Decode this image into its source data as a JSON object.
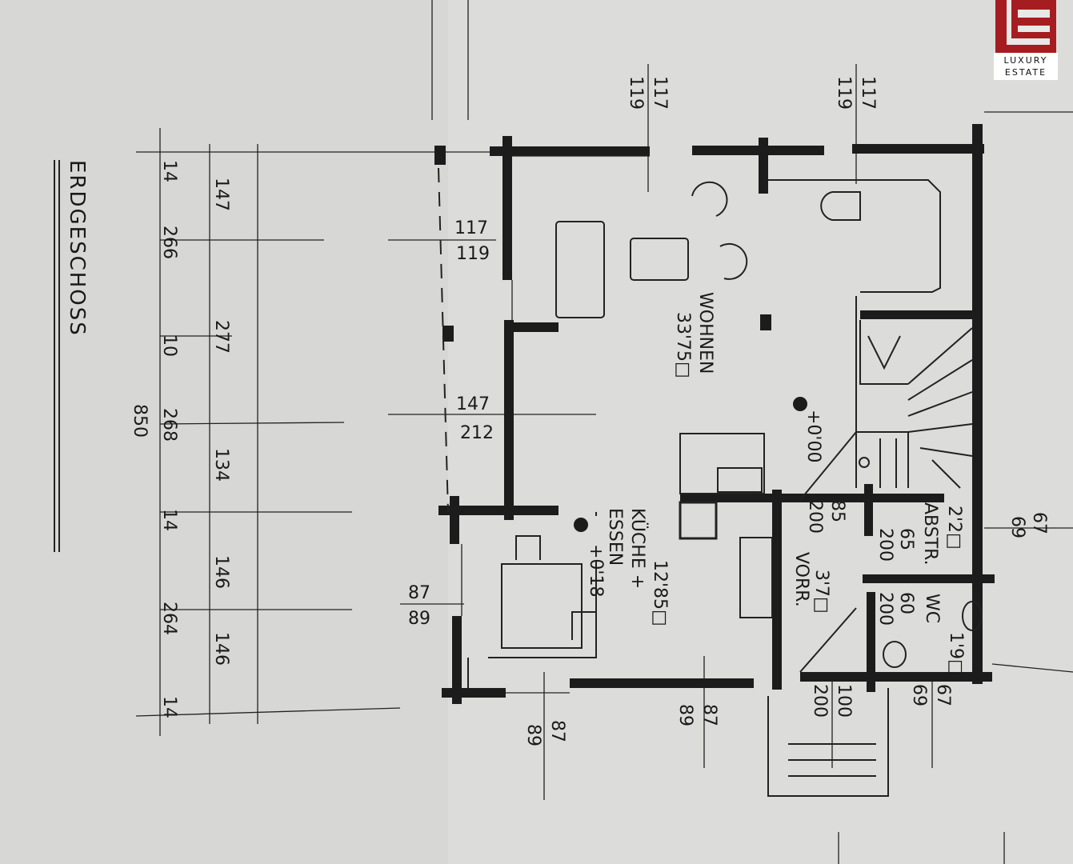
{
  "title": "ERDGESCHOSS",
  "logo": {
    "line1": "LUXURY",
    "line2": "ESTATE",
    "color": "#a51d21"
  },
  "rooms": {
    "wohnen": {
      "name": "WOHNEN",
      "area": "33'75□"
    },
    "kueche": {
      "name1": "KÜCHE +",
      "name2": "ESSEN",
      "area": "12'85□"
    },
    "vorr": {
      "name": "VORR.",
      "area": "3'7□"
    },
    "abstr": {
      "name": "ABSTR.",
      "area": "2'2□"
    },
    "wc": {
      "name": "WC",
      "area": "1'9□"
    }
  },
  "levels": {
    "wohnen": "+0'00",
    "kueche": "+0'18"
  },
  "dims_outer": [
    "14",
    "266",
    "10",
    "268",
    "14",
    "264",
    "14"
  ],
  "dims_mid": [
    "147",
    "277",
    "134",
    "146",
    "146"
  ],
  "dims_total": "850",
  "openings": {
    "top1": [
      "117",
      "119"
    ],
    "top2": [
      "117",
      "119"
    ],
    "left1": [
      "117",
      "119"
    ],
    "left2": [
      "147",
      "212"
    ],
    "left3": [
      "87",
      "89"
    ],
    "bottom1": [
      "87",
      "89"
    ],
    "bottom2": [
      "87",
      "89"
    ],
    "bottom3": [
      "100",
      "200"
    ],
    "bottom4": [
      "67",
      "69"
    ],
    "right1": [
      "67",
      "69"
    ],
    "door_vorr": [
      "85",
      "200"
    ],
    "door_abstr": [
      "65",
      "200"
    ],
    "door_wc": [
      "60",
      "200"
    ]
  }
}
